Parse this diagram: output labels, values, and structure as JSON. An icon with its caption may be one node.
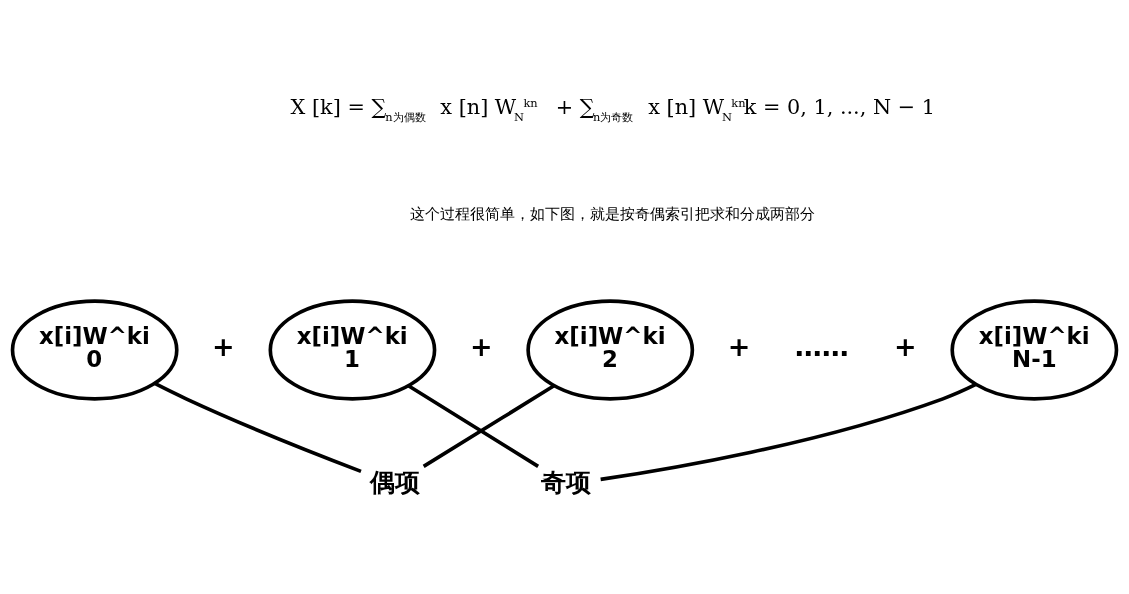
{
  "diagram": {
    "nodes": [
      {
        "text": [
          "x[i]W^ki 0"
        ]
      },
      {
        "text": [
          "x[i]W^ki 1"
        ]
      },
      {
        "text": [
          "x[i]W^ki 2"
        ]
      },
      {
        "text": [
          "x[i]W^ki N-1"
        ]
      },
      {
        "text": [
          "偶项"
        ]
      },
      {
        "text": [
          "奇项"
        ]
      }
    ],
    "edges": [
      {
        "from": 0,
        "to": 4,
        "arrow": "none"
      },
      {
        "from": 2,
        "to": 4,
        "arrow": "none"
      },
      {
        "from": 1,
        "to": 5,
        "arrow": "none"
      },
      {
        "from": 3,
        "to": 5,
        "arrow": "none"
      }
    ],
    "labels": [
      "X [k] = ∑$_{n为偶数}$ x [n] W$_{N}$$^{kn}$ + ∑$_{n为奇数}$ x [n] W$_{N}$$^{kn}$k = 0, 1, ..., N − 1",
      "这个过程很简单，如下图，就是按奇偶索引把求和分成两部分",
      "+",
      "+",
      "+",
      "……",
      "+"
    ]
  }
}
